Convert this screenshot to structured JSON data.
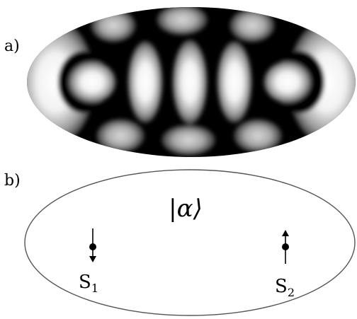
{
  "panel_a": {
    "label": "a)"
  },
  "panel_b": {
    "label": "b)",
    "state_label": "|α⟩",
    "sources": [
      {
        "name": "S",
        "subscript": "1",
        "arrow": "down"
      },
      {
        "name": "S",
        "subscript": "2",
        "arrow": "up"
      }
    ]
  },
  "colors": {
    "ink": "#000000",
    "mode_light": "#ffffff",
    "mode_dark": "#000000",
    "outline": "#555555"
  }
}
